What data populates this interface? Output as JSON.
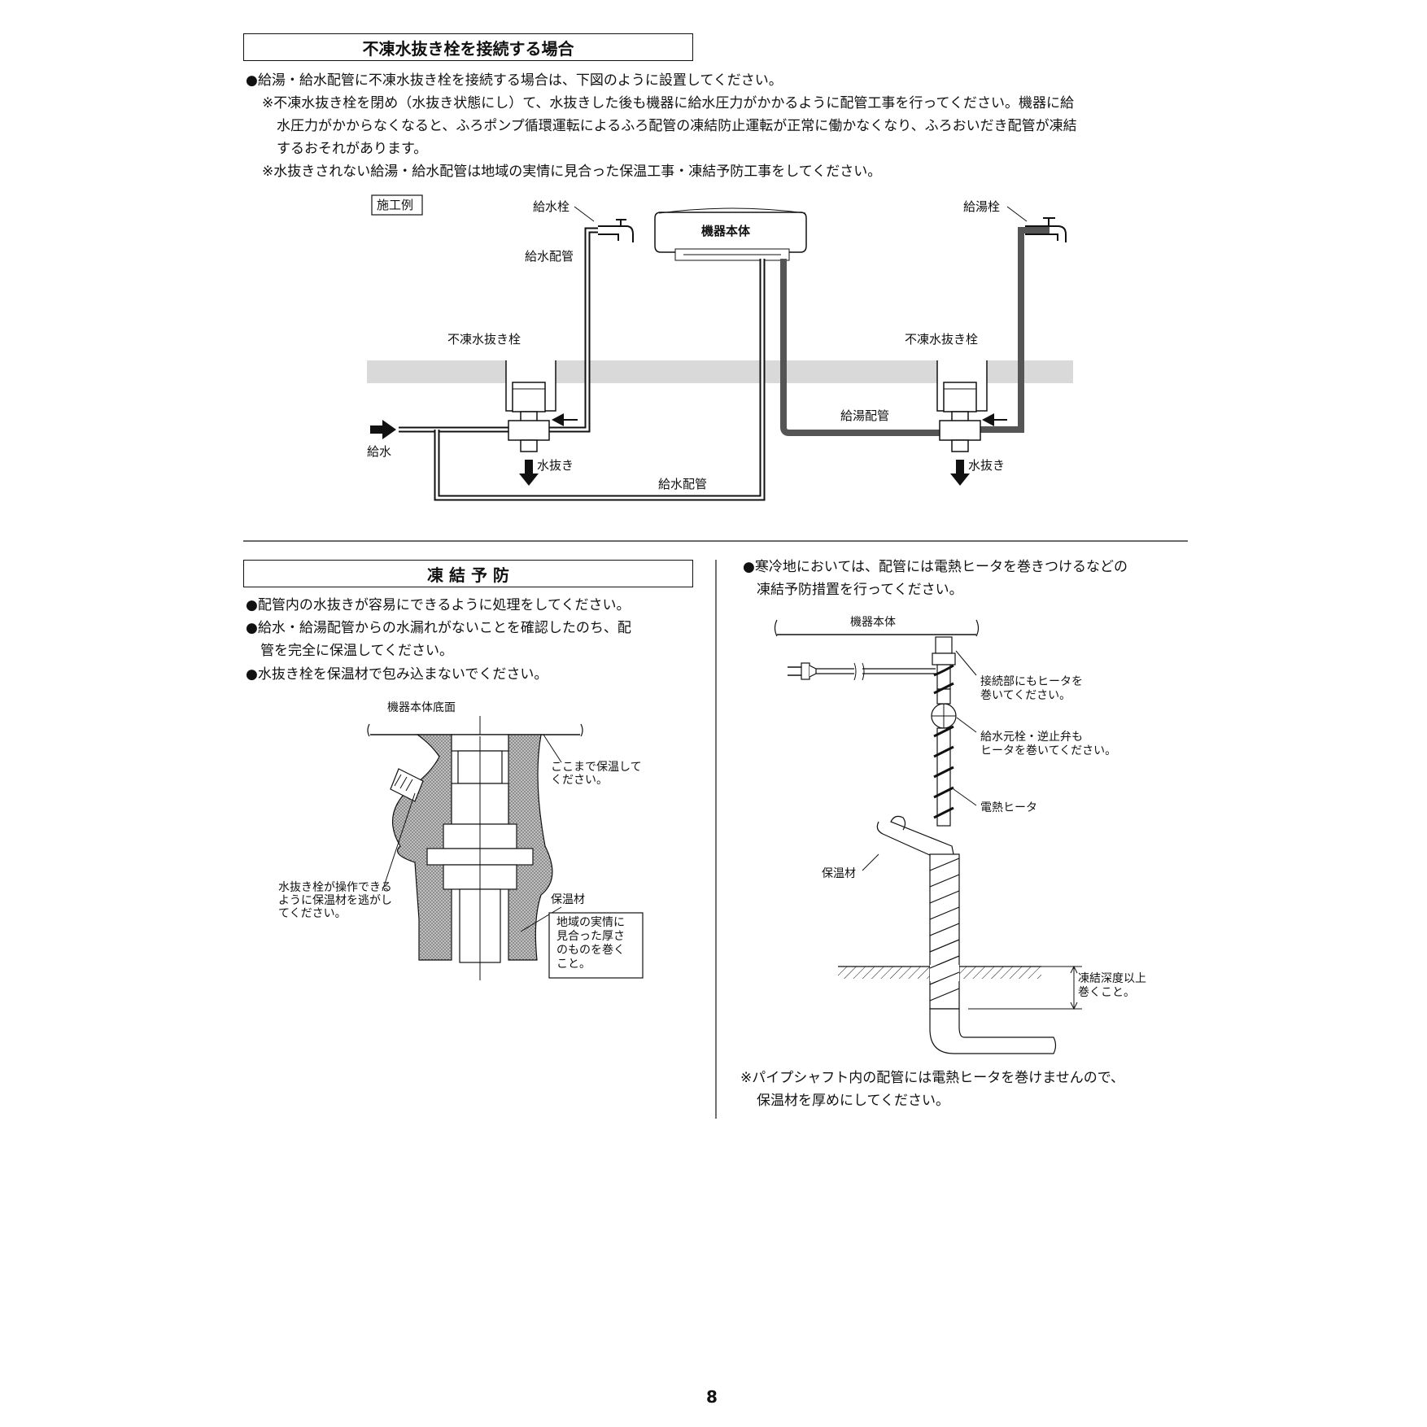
{
  "section1": {
    "title": "不凍水抜き栓を接続する場合",
    "bullet1": "●給湯・給水配管に不凍水抜き栓を接続する場合は、下図のように設置してください。",
    "note1_line1": "※不凍水抜き栓を閉め（水抜き状態にし）て、水抜きした後も機器に給水圧力がかかるように配管工事を行ってください。機器に給",
    "note1_line2": "水圧力がかからなくなると、ふろポンプ循環運転によるふろ配管の凍結防止運転が正常に働かなくなり、ふろおいだき配管が凍結",
    "note1_line3": "するおそれがあります。",
    "note2": "※水抜きされない給湯・給水配管は地域の実情に見合った保温工事・凍結予防工事をしてください。"
  },
  "diagram1": {
    "example_label": "施工例",
    "water_faucet": "給水栓",
    "hot_faucet": "給湯栓",
    "unit": "機器本体",
    "water_pipe_top": "給水配管",
    "valve_left": "不凍水抜き栓",
    "valve_right": "不凍水抜き栓",
    "hot_pipe": "給湯配管",
    "supply": "給水",
    "drain_left": "水抜き",
    "drain_right": "水抜き",
    "water_pipe_bottom": "給水配管"
  },
  "section2": {
    "title": "凍 結 予 防",
    "bullet1": "●配管内の水抜きが容易にできるように処理をしてください。",
    "bullet2_line1": "●給水・給湯配管からの水漏れがないことを確認したのち、配",
    "bullet2_line2": "管を完全に保温してください。",
    "bullet3": "●水抜き栓を保温材で包み込まないでください。"
  },
  "diagram2": {
    "unit_bottom": "機器本体底面",
    "insulate_here_1": "ここまで保温して",
    "insulate_here_2": "ください。",
    "drain_note_1": "水抜き栓が操作できる",
    "drain_note_2": "ように保温材を逃がし",
    "drain_note_3": "てください。",
    "insulation": "保温材",
    "box_1": "地域の実情に",
    "box_2": "見合った厚さ",
    "box_3": "のものを巻く",
    "box_4": "こと。"
  },
  "section3": {
    "bullet1_line1": "●寒冷地においては、配管には電熱ヒータを巻きつけるなどの",
    "bullet1_line2": "凍結予防措置を行ってください。",
    "note_line1": "※パイプシャフト内の配管には電熱ヒータを巻けませんので、",
    "note_line2": "保温材を厚めにしてください。"
  },
  "diagram3": {
    "unit": "機器本体",
    "joint_1": "接続部にもヒータを",
    "joint_2": "巻いてください。",
    "valve_1": "給水元栓・逆止弁も",
    "valve_2": "ヒータを巻いてください。",
    "heater": "電熱ヒータ",
    "insulation": "保温材",
    "depth_1": "凍結深度以上",
    "depth_2": "巻くこと。"
  },
  "page_number": "8"
}
